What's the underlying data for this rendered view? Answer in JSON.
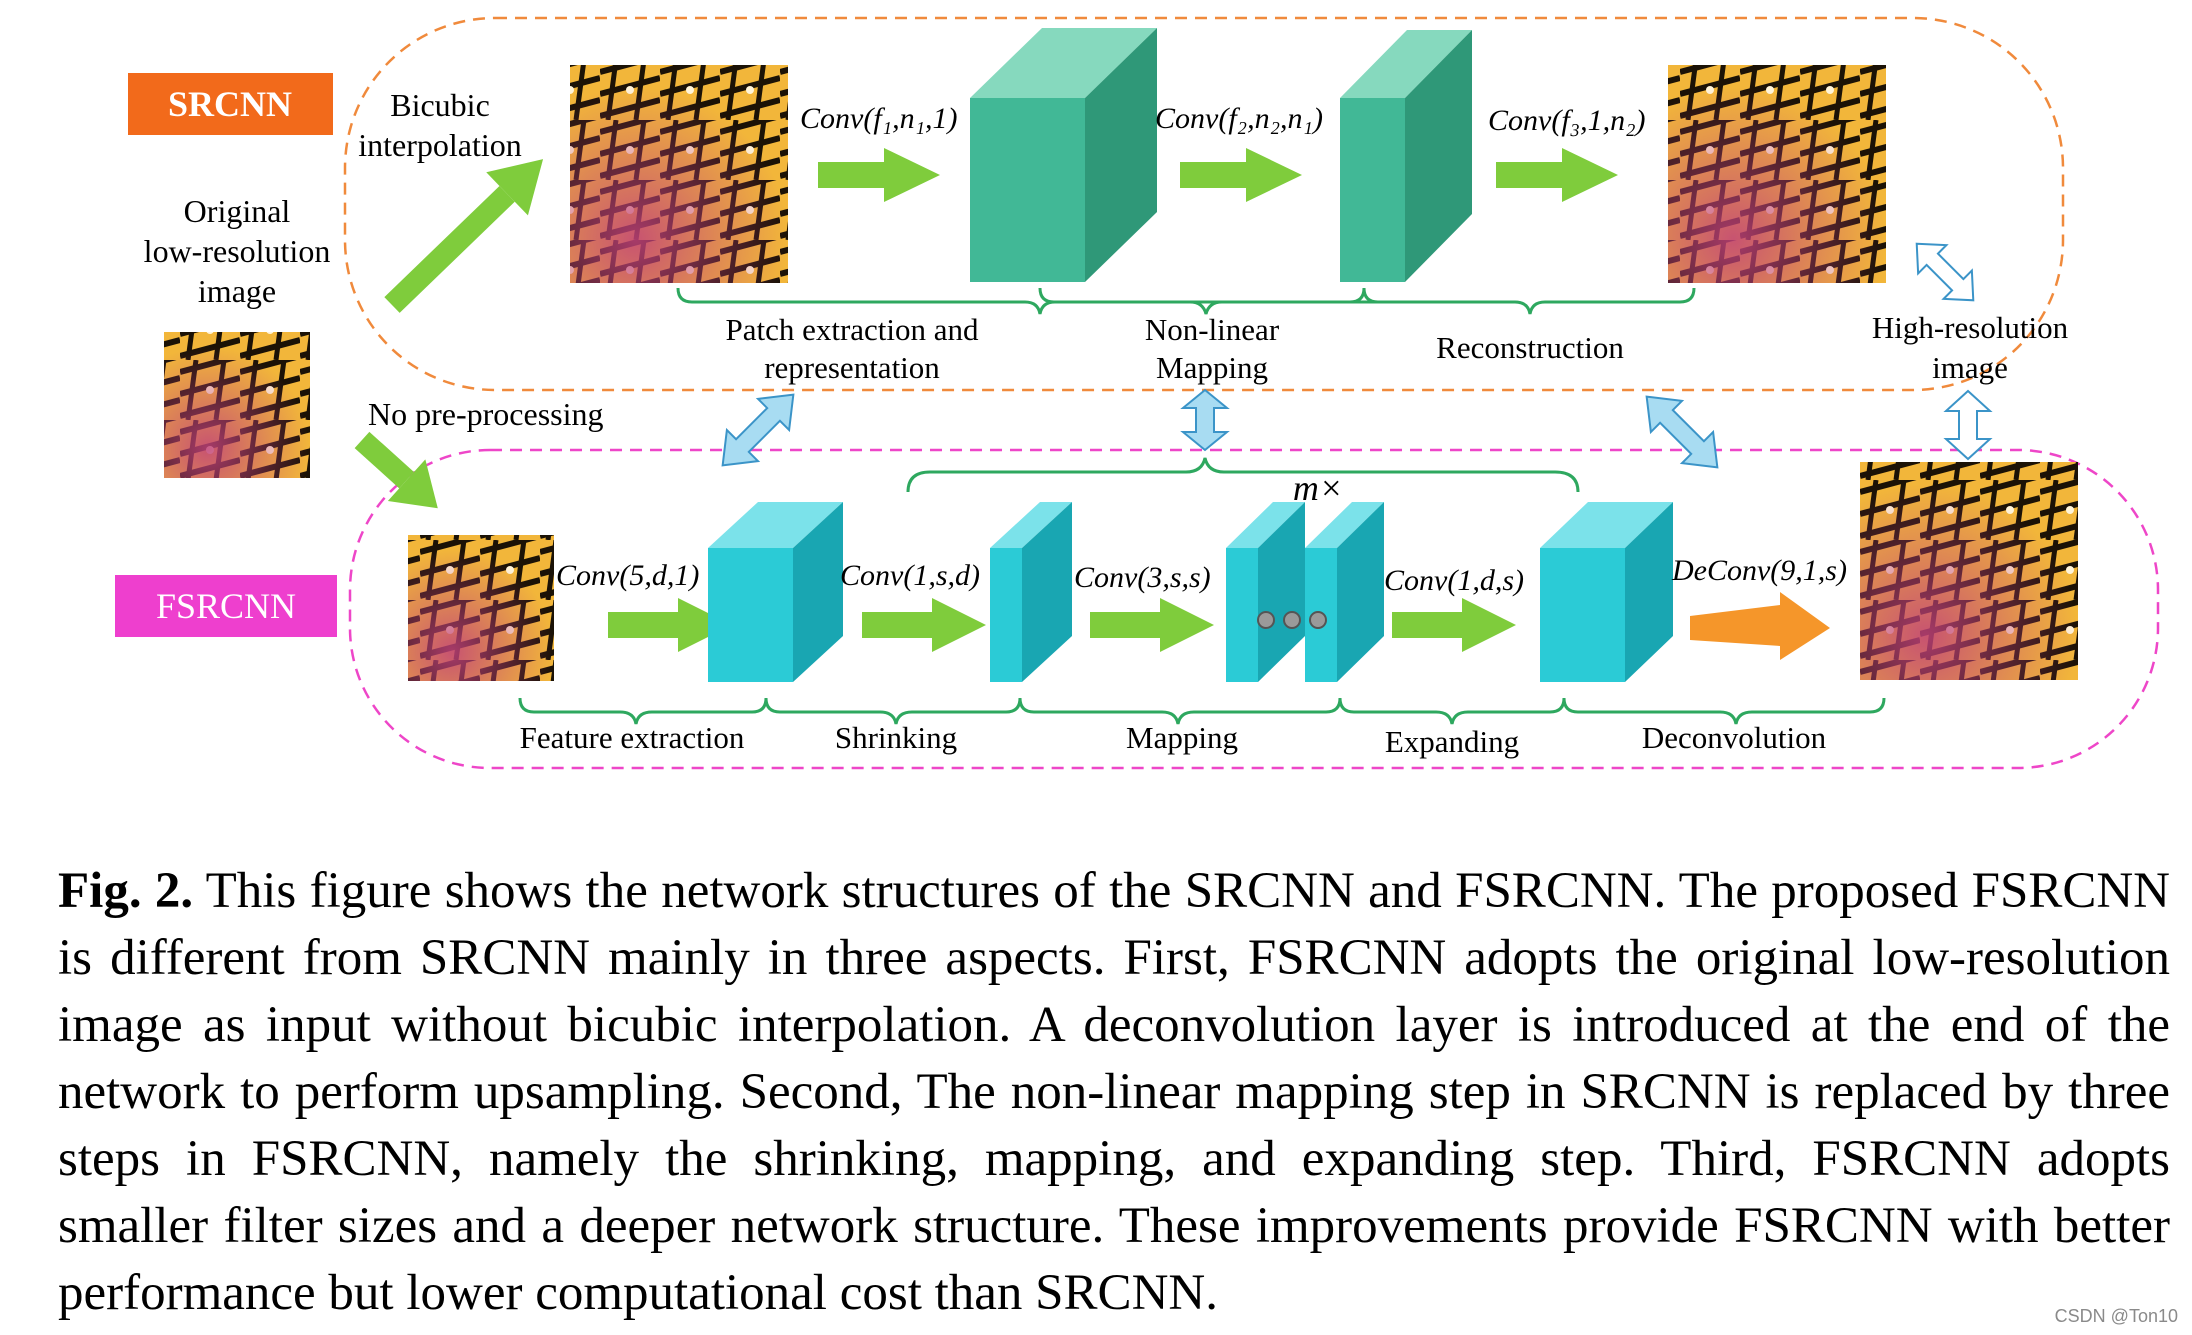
{
  "srcnn": {
    "badge": "SRCNN",
    "badge_color": "#f26a1b",
    "bicubic_label": [
      "Bicubic",
      "interpolation"
    ],
    "input_label": [
      "Original",
      "low-resolution",
      "image"
    ],
    "conv_labels": [
      "Conv(f₁,n₁,1)",
      "Conv(f₂,n₂,n₁)",
      "Conv(f₃,1,n₂)"
    ],
    "stages": [
      "Patch extraction and",
      "representation",
      "Non-linear",
      "Mapping",
      "Reconstruction"
    ],
    "output_label": [
      "High-resolution",
      "image"
    ]
  },
  "fsrcnn": {
    "badge": "FSRCNN",
    "badge_color": "#ee3fce",
    "no_preprocessing": "No pre-processing",
    "conv_labels": [
      "Conv(5,d,1)",
      "Conv(1,s,d)",
      "Conv(3,s,s)",
      "Conv(1,d,s)",
      "DeConv(9,1,s)"
    ],
    "repeat_label": "m×",
    "stages": [
      "Feature extraction",
      "Shrinking",
      "Mapping",
      "Expanding",
      "Deconvolution"
    ]
  },
  "colors": {
    "srcnn_block": "#41b896",
    "fsrcnn_block": "#2bcbd6",
    "arrow_green": "#7fcc3c",
    "arrow_orange": "#f5962a",
    "comparison_arrow": "#a8dcf2"
  },
  "caption": {
    "label": "Fig. 2.",
    "text": " This figure shows the network structures of the SRCNN and FSRCNN. The proposed FSRCNN is different from SRCNN mainly in three aspects. First, FSRCNN adopts the original low-resolution image as input without bicubic interpolation. A deconvolution layer is introduced at the end of the network to perform upsampling. Second, The non-linear mapping step in SRCNN is replaced by three steps in FSRCNN, namely the shrinking, mapping, and expanding step. Third, FSRCNN adopts smaller filter sizes and a deeper network structure. These improvements provide FSRCNN with better performance but lower computational cost than SRCNN."
  },
  "watermark": "CSDN @Ton10"
}
